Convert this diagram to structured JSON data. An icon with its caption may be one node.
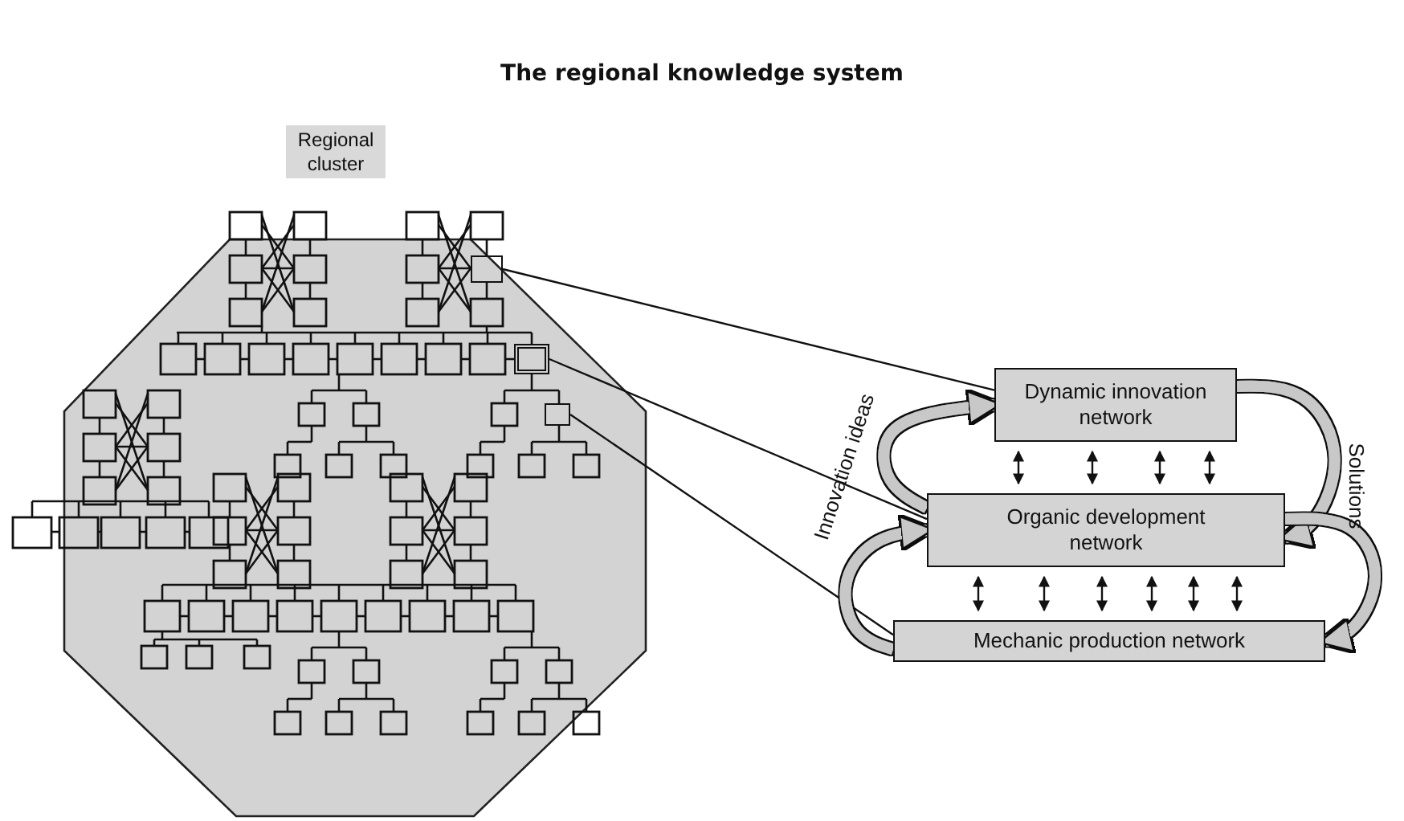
{
  "diagram": {
    "title": "The regional knowledge system",
    "nodes": [
      {
        "text": [
          "Regional cluster"
        ]
      },
      {
        "text": [
          "Dynamic innovation network"
        ]
      },
      {
        "text": [
          "Organic development network"
        ]
      },
      {
        "text": [
          "Mechanic production network"
        ]
      },
      {
        "text": [],
        "shape": "box"
      },
      {
        "text": [],
        "shape": "box"
      },
      {
        "text": [],
        "shape": "box"
      }
    ],
    "edges": [
      {
        "from": 4,
        "to": 1,
        "arrow": "none"
      },
      {
        "from": 5,
        "to": 2,
        "arrow": "none"
      },
      {
        "from": 6,
        "to": 3,
        "arrow": "none"
      },
      {
        "from": 3,
        "to": 2,
        "arrow": "to",
        "style": "thick",
        "color": "#c8c8c8"
      },
      {
        "from": 2,
        "to": 1,
        "arrow": "to",
        "style": "thick",
        "color": "#c8c8c8"
      },
      {
        "from": 1,
        "to": 2,
        "arrow": "to",
        "style": "thick",
        "color": "#c8c8c8"
      },
      {
        "from": 2,
        "to": 3,
        "arrow": "to",
        "style": "thick",
        "color": "#c8c8c8"
      },
      {
        "from": 1,
        "to": 2,
        "arrow": "both"
      },
      {
        "from": 1,
        "to": 2,
        "arrow": "both"
      },
      {
        "from": 1,
        "to": 2,
        "arrow": "both"
      },
      {
        "from": 1,
        "to": 2,
        "arrow": "both"
      },
      {
        "from": 2,
        "to": 3,
        "arrow": "both"
      },
      {
        "from": 2,
        "to": 3,
        "arrow": "both"
      },
      {
        "from": 2,
        "to": 3,
        "arrow": "both"
      },
      {
        "from": 2,
        "to": 3,
        "arrow": "both"
      },
      {
        "from": 2,
        "to": 3,
        "arrow": "both"
      },
      {
        "from": 2,
        "to": 3,
        "arrow": "both"
      }
    ],
    "labels": [
      "Innovation ideas",
      "Solutions"
    ]
  }
}
